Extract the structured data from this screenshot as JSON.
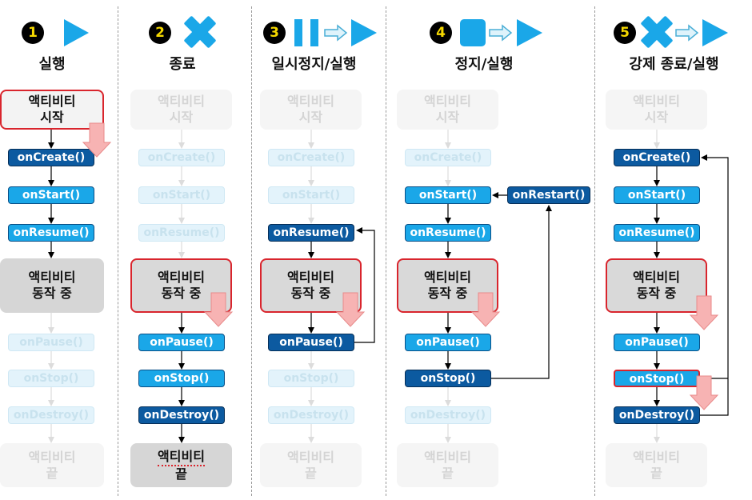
{
  "columns": [
    {
      "number": "1",
      "title": "실행"
    },
    {
      "number": "2",
      "title": "종료"
    },
    {
      "number": "3",
      "title": "일시정지/실행"
    },
    {
      "number": "4",
      "title": "정지/실행"
    },
    {
      "number": "5",
      "title": "강제 종료/실행"
    }
  ],
  "nodes": {
    "activity_start_l1": "액티비티",
    "activity_start_l2": "시작",
    "activity_running_l1": "액티비티",
    "activity_running_l2": "동작 중",
    "activity_end_l1": "액티비티",
    "activity_end_l2": "끝",
    "on_create": "onCreate()",
    "on_start": "onStart()",
    "on_resume": "onResume()",
    "on_pause": "onPause()",
    "on_stop": "onStop()",
    "on_destroy": "onDestroy()",
    "on_restart": "onRestart()"
  },
  "colors": {
    "light_method": "#1aa7e8",
    "dark_method": "#0c5aa0",
    "highlight_border": "#d9252d",
    "play_icon": "#1aa7e8",
    "pointer_arrow": "#f4a0a0"
  },
  "icons": [
    "play-icon",
    "close-x-icon",
    "pause-icon",
    "stop-square-icon",
    "right-arrow-icon",
    "down-arrow-icon"
  ]
}
